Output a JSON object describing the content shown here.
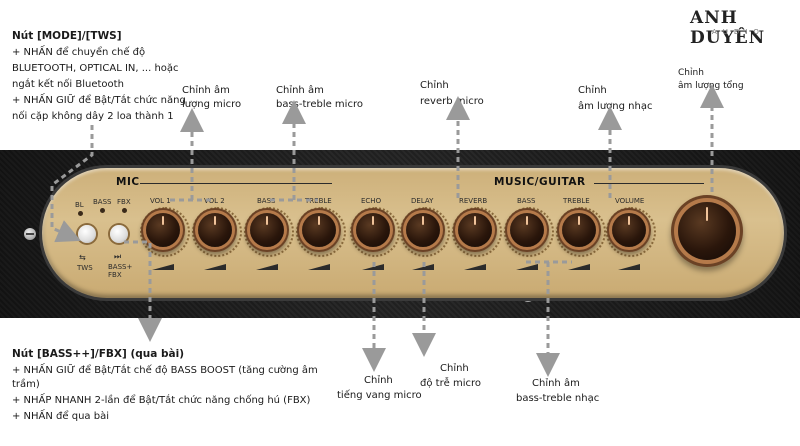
{
  "brand": {
    "name": "ANH DUYÊN",
    "sub": "AUDIO"
  },
  "mode_note": {
    "title": "Nút [MODE]/[TWS]",
    "lines": [
      "+ NHẤN để chuyển chế độ",
      "BLUETOOTH, OPTICAL IN, ... hoặc",
      "ngắt kết nối Bluetooth",
      "+ NHẤN GIỮ để Bật/Tắt chức năng",
      "nối cặp không dây 2 loa thành 1"
    ]
  },
  "bass_note": {
    "title": "Nút [BASS++]/FBX] (qua bài)",
    "lines": [
      "+ NHẤN GIỮ để Bật/Tắt chế độ BASS BOOST (tăng cường âm",
      "trầm)",
      "+ NHẤP NHANH 2-lần để Bật/Tắt chức năng chống hú (FBX)",
      "+ NHẤN để qua bài"
    ]
  },
  "top_callouts": [
    {
      "line1": "Chỉnh âm",
      "line2": "lượng micro"
    },
    {
      "line1": "Chỉnh âm",
      "line2": "bass-treble micro"
    },
    {
      "line1": "Chỉnh",
      "line2": "reverb micro"
    },
    {
      "line1": "Chỉnh",
      "line2": "âm lượng nhạc"
    },
    {
      "line1": "Chỉnh",
      "line2": "âm lượng tổng"
    }
  ],
  "bottom_callouts": [
    {
      "line1": "Chỉnh",
      "line2": "tiếng vang micro"
    },
    {
      "line1": "Chỉnh",
      "line2": "độ trễ micro"
    },
    {
      "line1": "Chỉnh âm",
      "line2": "bass-treble nhạc"
    }
  ],
  "panel": {
    "mic_title": "MIC",
    "music_title": "MUSIC/GUITAR",
    "leds": [
      "BL",
      "BASS",
      "FBX"
    ],
    "buttons": [
      {
        "icon": "tws-icon",
        "label": "TWS"
      },
      {
        "icon": "next-icon",
        "label": "BASS+\nFBX"
      }
    ],
    "knobs": [
      "VOL 1",
      "VOL 2",
      "BASS",
      "TREBLE",
      "ECHO",
      "DELAY",
      "REVERB",
      "BASS",
      "TREBLE",
      "VOLUME"
    ]
  },
  "colors": {
    "plate": "#d4b885",
    "knob_ring": "#b57a4a",
    "arrow": "#9a9a9a"
  }
}
